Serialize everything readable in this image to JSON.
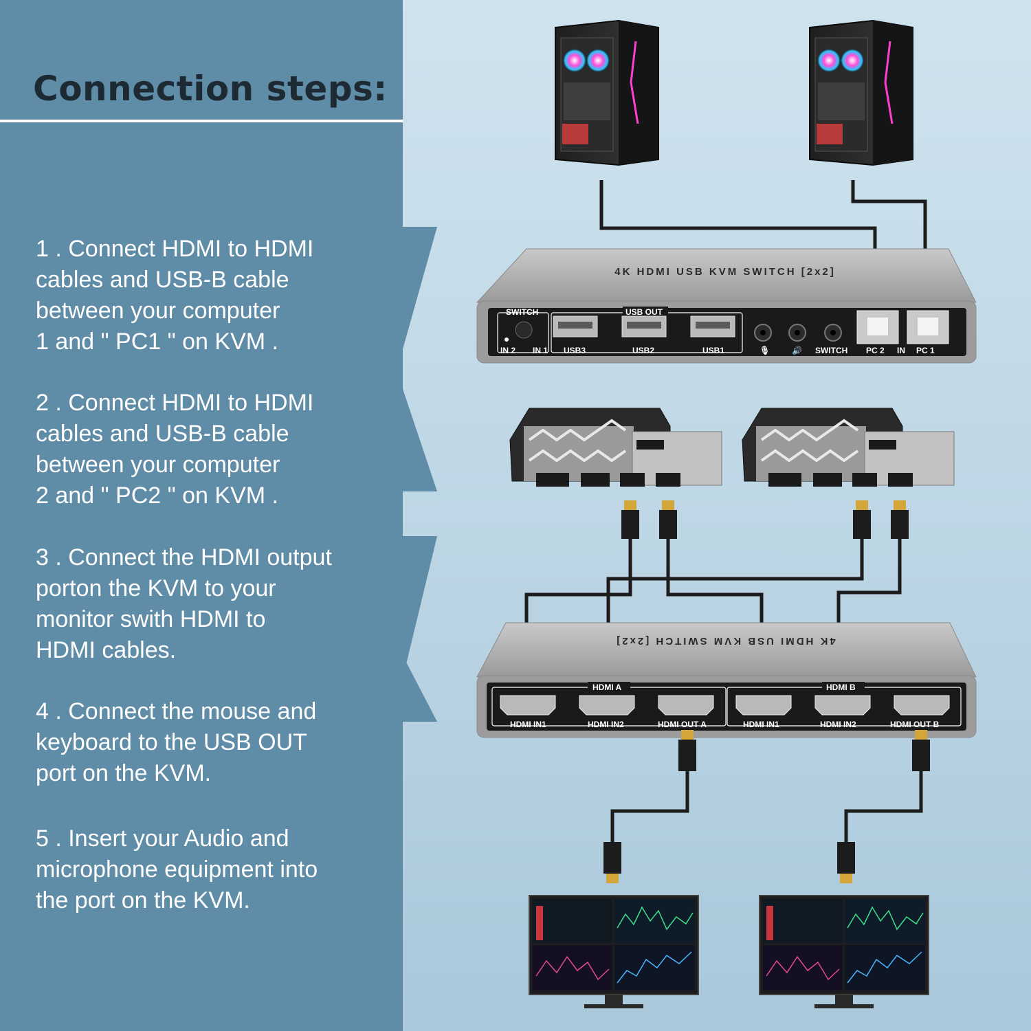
{
  "title": "Connection steps:",
  "steps": [
    {
      "lines": [
        "1 . Connect HDMI to HDMI",
        "cables and USB-B cable",
        "between your computer",
        "1 and \" PC1 \" on KVM ."
      ]
    },
    {
      "lines": [
        "2 . Connect HDMI to HDMI",
        "cables and USB-B cable",
        "between your computer",
        "2 and \" PC2 \" on KVM ."
      ]
    },
    {
      "lines": [
        "3 . Connect the HDMI output",
        "porton the KVM to your",
        "monitor swith HDMI to",
        "HDMI cables."
      ]
    },
    {
      "lines": [
        "4 . Connect the mouse and",
        "keyboard to the USB OUT",
        "port on the KVM."
      ]
    },
    {
      "lines": [
        "5 . Insert your Audio and",
        "microphone equipment into",
        "the port on the KVM."
      ]
    }
  ],
  "usb_kvm": {
    "brand": "4K HDMI USB KVM SWITCH [2x2]",
    "switch_label": "SWITCH",
    "usb_out_label": "USB OUT",
    "in2_label": "IN 2",
    "in1_label": "IN 1",
    "usb3_label": "USB3",
    "usb2_label": "USB2",
    "usb1_label": "USB1",
    "switch_port_label": "SWITCH",
    "pc2_label": "PC 2",
    "in_label": "IN",
    "pc1_label": "PC 1"
  },
  "hdmi_kvm": {
    "brand": "4K HDMI USB KVM SWITCH [2x2]",
    "hdmi_a_label": "HDMI A",
    "hdmi_b_label": "HDMI B",
    "a_in1_label": "HDMI IN1",
    "a_in2_label": "HDMI IN2",
    "out_a_label": "HDMI OUT A",
    "b_in1_label": "HDMI IN1",
    "b_in2_label": "HDMI IN2",
    "out_b_label": "HDMI OUT B"
  },
  "colors": {
    "panel": "#5f8ca7",
    "background": "#c3dae8",
    "device_body": "#a9a9a9",
    "device_face": "#1a1a1a",
    "cable": "#1c1c1c",
    "connector_gold": "#d4a63a"
  }
}
